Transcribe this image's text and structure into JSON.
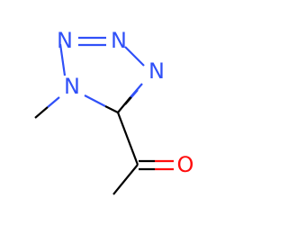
{
  "molecule": {
    "atoms": [
      {
        "symbol": "N",
        "color": "#3050f8"
      },
      {
        "symbol": "N",
        "color": "#3050f8"
      },
      {
        "symbol": "N",
        "color": "#3050f8"
      },
      {
        "symbol": "N",
        "color": "#3050f8"
      },
      {
        "symbol": "O",
        "color": "#ff0d0d"
      }
    ],
    "bond_color": "#000000"
  }
}
